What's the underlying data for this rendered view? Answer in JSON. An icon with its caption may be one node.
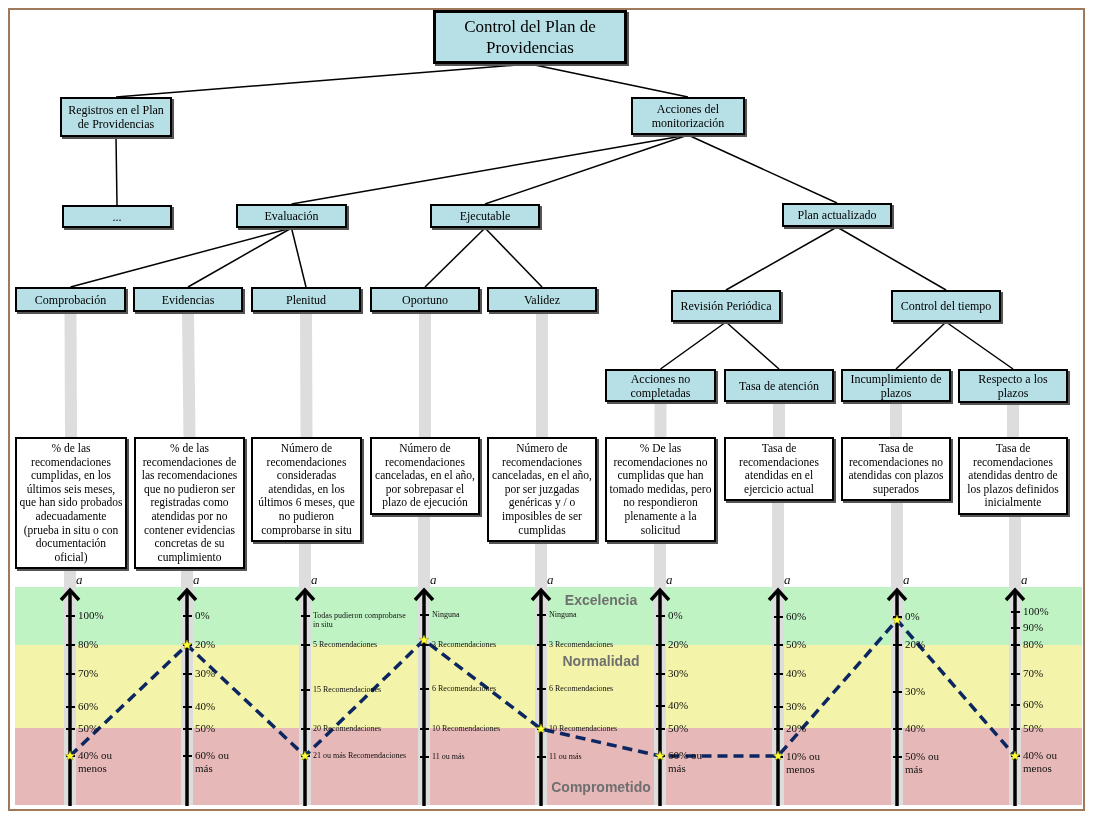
{
  "diagram": {
    "nodes": [
      {
        "text": [
          "Control del Plan de Providencias"
        ]
      },
      {
        "text": [
          "Registros en el Plan de Providencias"
        ]
      },
      {
        "text": [
          "Acciones del monitorización"
        ]
      },
      {
        "text": [
          "..."
        ]
      },
      {
        "text": [
          "Evaluación"
        ]
      },
      {
        "text": [
          "Ejecutable"
        ]
      },
      {
        "text": [
          "Plan actualizado"
        ]
      },
      {
        "text": [
          "Comprobación"
        ]
      },
      {
        "text": [
          "Evidencias"
        ]
      },
      {
        "text": [
          "Plenitud"
        ]
      },
      {
        "text": [
          "Oportuno"
        ]
      },
      {
        "text": [
          "Validez"
        ]
      },
      {
        "text": [
          "Revisión Periódica"
        ]
      },
      {
        "text": [
          "Control del tiempo"
        ]
      },
      {
        "text": [
          "Acciones no completadas"
        ]
      },
      {
        "text": [
          "Tasa de atención"
        ]
      },
      {
        "text": [
          "Incumplimiento de plazos"
        ]
      },
      {
        "text": [
          "Respecto a los plazos"
        ]
      },
      {
        "text": [
          "% de las recomendaciones cumplidas, en los últimos seis meses, que han sido probados adecuadamente (prueba in situ o con documentación oficial)"
        ]
      },
      {
        "text": [
          "% de las recomendaciones de las recomendaciones que no pudieron ser registradas como atendidas por no contener evidencias concretas de su cumplimiento"
        ]
      },
      {
        "text": [
          "Número de recomendaciones consideradas atendidas, en los últimos 6 meses, que no pudieron comprobarse in situ"
        ]
      },
      {
        "text": [
          "Número de recomendaciones canceladas, en el año, por sobrepasar el plazo de ejecución"
        ]
      },
      {
        "text": [
          "Número de recomendaciones canceladas, en el año, por ser juzgadas genéricas y / o imposibles de ser cumplidas"
        ]
      },
      {
        "text": [
          "% De las recomendaciones no cumplidas que han tomado medidas, pero no respondieron plenamente a la solicitud"
        ]
      },
      {
        "text": [
          "Tasa de recomendaciones atendidas en el ejercicio actual"
        ]
      },
      {
        "text": [
          "Tasa de recomendaciones no atendidas con plazos superados"
        ]
      },
      {
        "text": [
          "Tasa de recomendaciones atendidas dentro de los plazos definidos inicialmente"
        ]
      }
    ],
    "edges": [
      {
        "from": 0,
        "to": 1,
        "arrow": "none"
      },
      {
        "from": 0,
        "to": 2,
        "arrow": "none"
      },
      {
        "from": 1,
        "to": 3,
        "arrow": "none"
      },
      {
        "from": 2,
        "to": 4,
        "arrow": "none"
      },
      {
        "from": 2,
        "to": 5,
        "arrow": "none"
      },
      {
        "from": 2,
        "to": 6,
        "arrow": "none"
      },
      {
        "from": 4,
        "to": 7,
        "arrow": "none"
      },
      {
        "from": 4,
        "to": 8,
        "arrow": "none"
      },
      {
        "from": 4,
        "to": 9,
        "arrow": "none"
      },
      {
        "from": 5,
        "to": 10,
        "arrow": "none"
      },
      {
        "from": 5,
        "to": 11,
        "arrow": "none"
      },
      {
        "from": 6,
        "to": 12,
        "arrow": "none"
      },
      {
        "from": 6,
        "to": 13,
        "arrow": "none"
      },
      {
        "from": 12,
        "to": 14,
        "arrow": "none"
      },
      {
        "from": 12,
        "to": 15,
        "arrow": "none"
      },
      {
        "from": 13,
        "to": 16,
        "arrow": "none"
      },
      {
        "from": 13,
        "to": 17,
        "arrow": "none"
      },
      {
        "from": 7,
        "to": 18,
        "arrow": "none",
        "style": "thick",
        "color": "#dddddd"
      },
      {
        "from": 8,
        "to": 19,
        "arrow": "none",
        "style": "thick",
        "color": "#dddddd"
      },
      {
        "from": 9,
        "to": 20,
        "arrow": "none",
        "style": "thick",
        "color": "#dddddd"
      },
      {
        "from": 10,
        "to": 21,
        "arrow": "none",
        "style": "thick",
        "color": "#dddddd"
      },
      {
        "from": 11,
        "to": 22,
        "arrow": "none",
        "style": "thick",
        "color": "#dddddd"
      },
      {
        "from": 14,
        "to": 23,
        "arrow": "none",
        "style": "thick",
        "color": "#dddddd"
      },
      {
        "from": 15,
        "to": 24,
        "arrow": "none",
        "style": "thick",
        "color": "#dddddd"
      },
      {
        "from": 16,
        "to": 25,
        "arrow": "none",
        "style": "thick",
        "color": "#dddddd"
      },
      {
        "from": 17,
        "to": 26,
        "arrow": "none",
        "style": "thick",
        "color": "#dddddd"
      }
    ],
    "labels": [
      "Excelencia",
      "Normalidad",
      "Comprometido",
      "a",
      "100%",
      "80%",
      "70%",
      "60%",
      "50%",
      "40% ou menos",
      "a",
      "0%",
      "20%",
      "30%",
      "40%",
      "50%",
      "60% ou más",
      "a",
      "Todas pudieron comprobarse in situ",
      "5 Recomendaciones",
      "15 Recomendaciones",
      "20 Recomendaciones",
      "21 ou más Recomendaciones",
      "a",
      "Ninguna",
      "3 Recomendaciones",
      "6 Recomendaciones",
      "10 Recomendaciones",
      "11 ou más",
      "a",
      "Ninguna",
      "3 Recomendaciones",
      "6 Recomendaciones",
      "10 Recomendaciones",
      "11 ou más",
      "a",
      "0%",
      "20%",
      "30%",
      "40%",
      "50%",
      "60% ou más",
      "a",
      "60%",
      "50%",
      "40%",
      "30%",
      "20%",
      "10% ou menos",
      "a",
      "0%",
      "20%",
      "30%",
      "40%",
      "50% ou más",
      "a",
      "100%",
      "90%",
      "80%",
      "70%",
      "60%",
      "50%",
      "40% ou menos"
    ]
  }
}
